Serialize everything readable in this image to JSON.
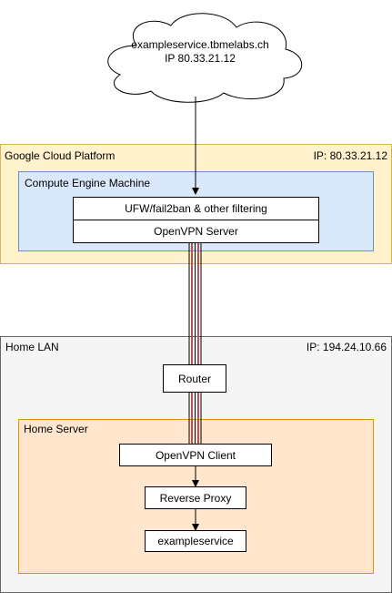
{
  "cloud": {
    "line1": "exampleservice.tbmelabs.ch",
    "line2": "IP 80.33.21.12"
  },
  "gcp": {
    "title": "Google Cloud Platform",
    "ip": "IP: 80.33.21.12",
    "fill": "#fff2cc",
    "border": "#d6b656"
  },
  "compute": {
    "title": "Compute Engine Machine",
    "fill": "#dae8fc",
    "border": "#6c8ebf",
    "filter_label": "UFW/fail2ban & other filtering",
    "vpn_server_label": "OpenVPN Server"
  },
  "home_lan": {
    "title": "Home LAN",
    "ip": "IP: 194.24.10.66",
    "fill": "#f5f5f5",
    "border": "#666666",
    "router_label": "Router"
  },
  "home_server": {
    "title": "Home Server",
    "fill": "#ffe6cc",
    "border": "#d79b00",
    "vpn_client_label": "OpenVPN Client",
    "proxy_label": "Reverse Proxy",
    "service_label": "exampleservice"
  },
  "tunnel_color": "#b85450"
}
